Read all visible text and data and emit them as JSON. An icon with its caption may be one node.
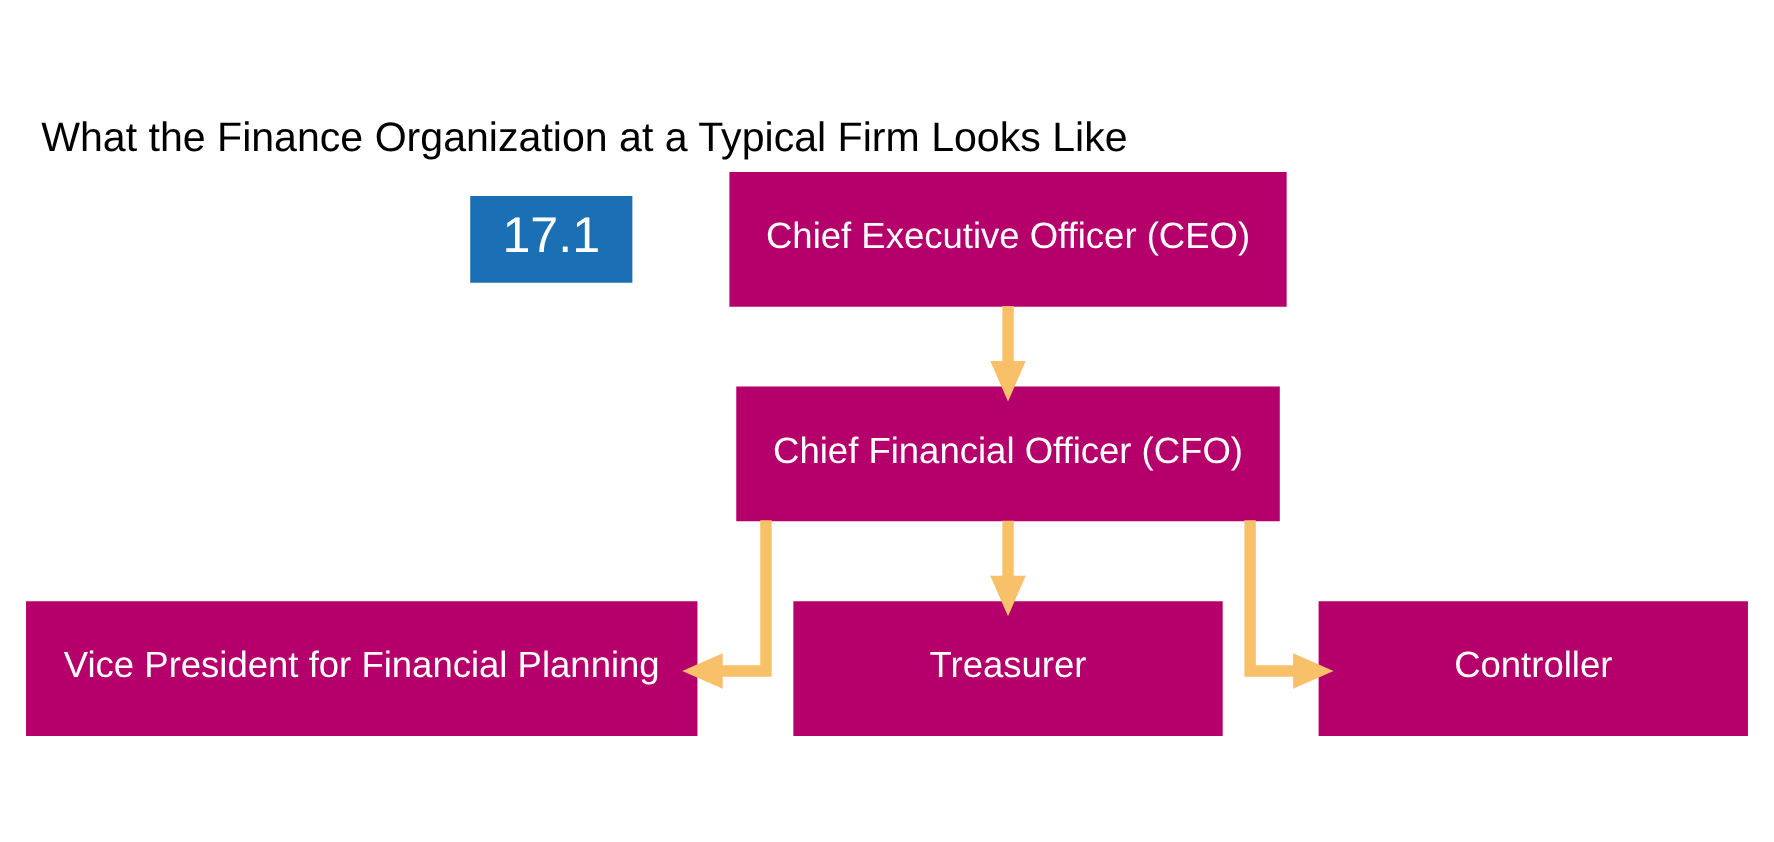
{
  "diagram": {
    "title": "What the Finance Organization at a Typical Firm Looks Like",
    "nodes": [
      {
        "text": [
          "Chief Executive Officer (CEO)"
        ]
      },
      {
        "text": [
          "Chief Financial Officer (CFO)"
        ]
      },
      {
        "text": [
          "Vice President for Financial Planning"
        ]
      },
      {
        "text": [
          "Treasurer"
        ]
      },
      {
        "text": [
          "Controller"
        ]
      }
    ],
    "edges": [
      {
        "from": 0,
        "to": 1,
        "arrow": "to"
      },
      {
        "from": 1,
        "to": 2,
        "arrow": "to"
      },
      {
        "from": 1,
        "to": 3,
        "arrow": "to"
      },
      {
        "from": 1,
        "to": 4,
        "arrow": "to"
      }
    ],
    "labels": [
      "17.1"
    ]
  }
}
